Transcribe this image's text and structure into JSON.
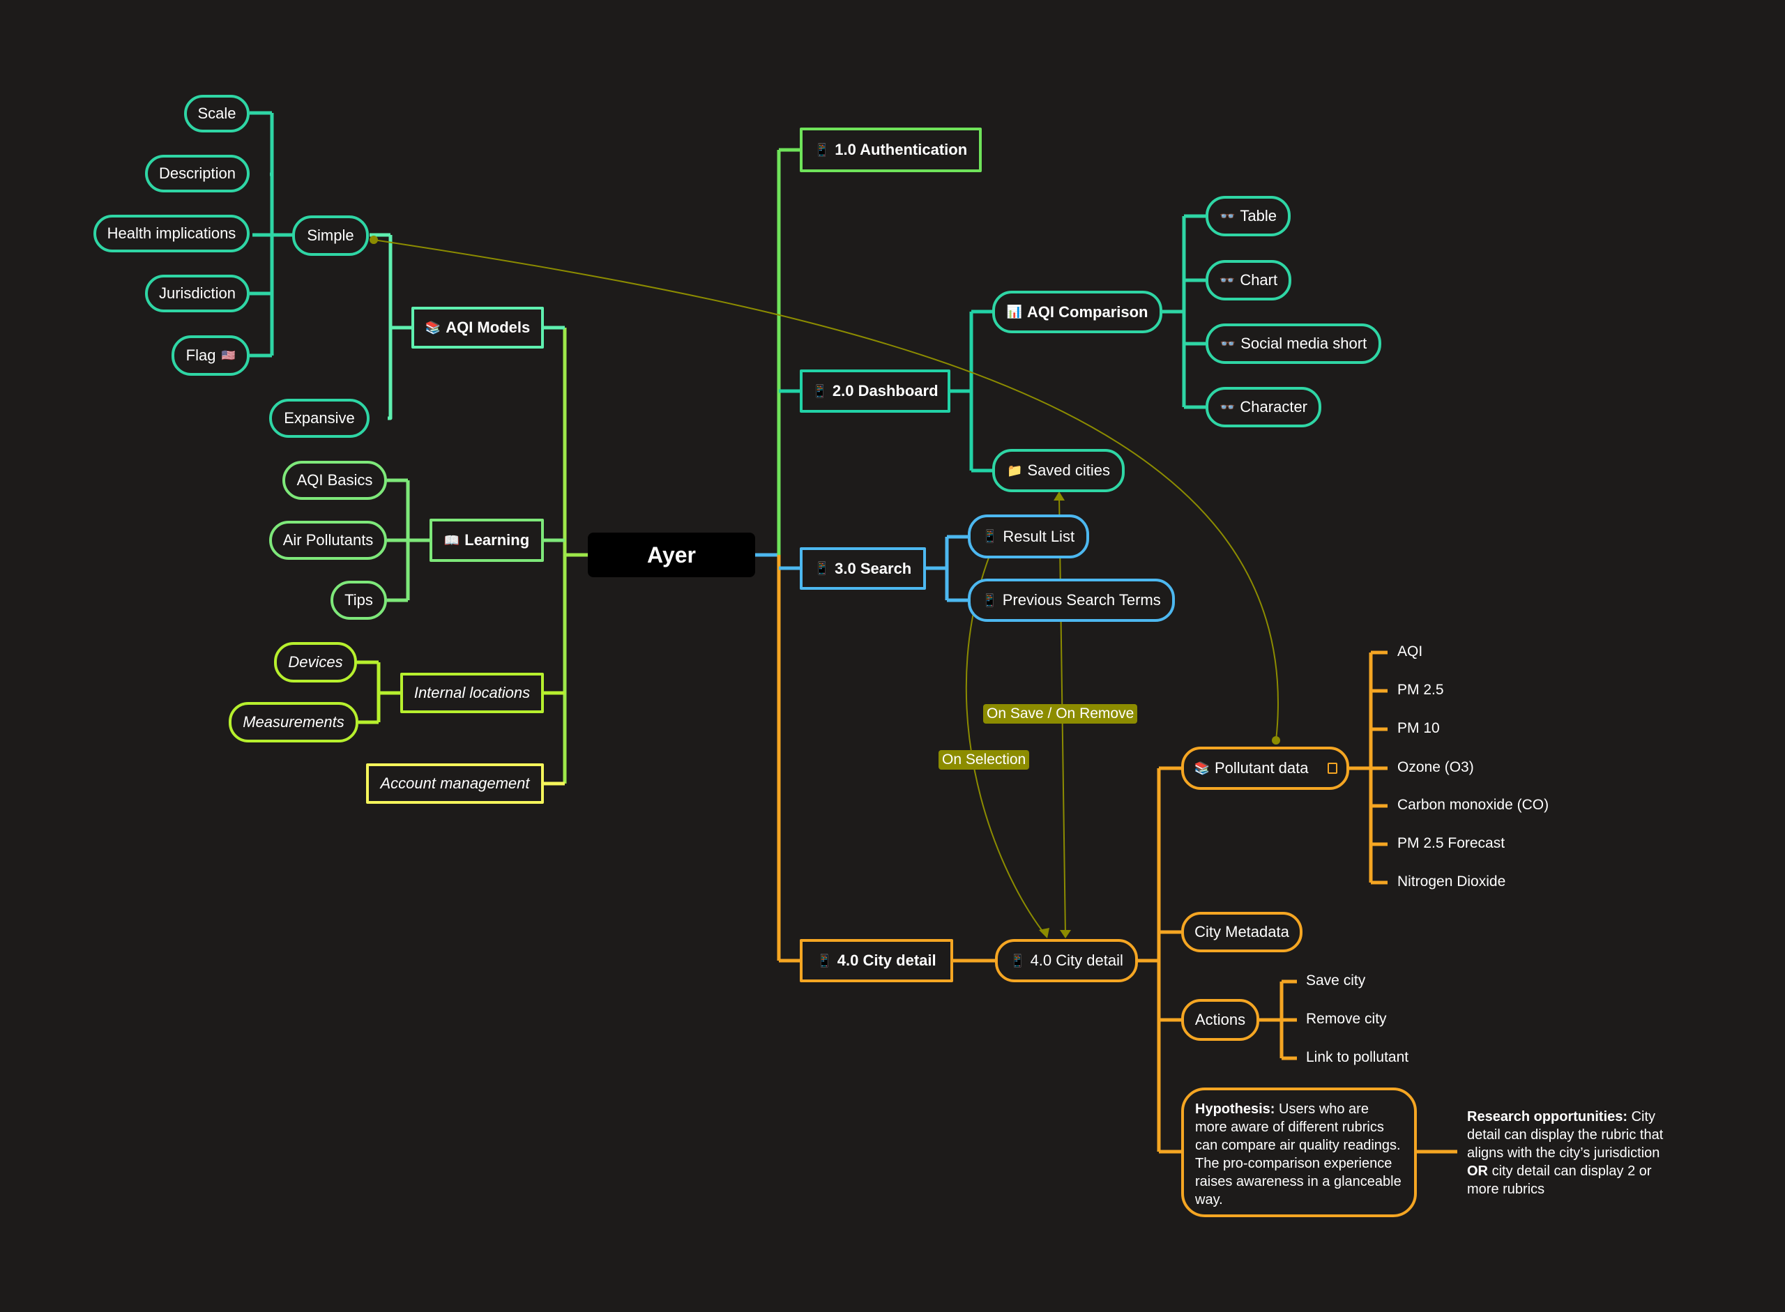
{
  "root": {
    "title": "Ayer"
  },
  "left": {
    "simple_items": [
      "Scale",
      "Description",
      "Health implications",
      "Jurisdiction",
      "Flag"
    ],
    "flag_emoji": "🇺🇸",
    "simple": "Simple",
    "expansive": "Expansive",
    "aqi_models": "AQI Models",
    "learning": "Learning",
    "learning_items": [
      "AQI Basics",
      "Air Pollutants",
      "Tips"
    ],
    "internal_locations": "Internal locations",
    "internal_items": [
      "Devices",
      "Measurements"
    ],
    "account_management": "Account management"
  },
  "right": {
    "authentication": "1.0 Authentication",
    "dashboard": "2.0 Dashboard",
    "aqi_comparison": "AQI Comparison",
    "comparison_items": [
      "Table",
      "Chart",
      "Social media short",
      "Character"
    ],
    "saved_cities": "Saved cities",
    "search": "3.0 Search",
    "result_list": "Result List",
    "previous_search_terms": "Previous Search Terms",
    "city_detail_branch": "4.0 City detail",
    "city_detail": "4.0 City detail",
    "pollutant_data": "Pollutant data",
    "pollutant_items": [
      "AQI",
      "PM 2.5",
      "PM 10",
      "Ozone (O3)",
      "Carbon monoxide (CO)",
      "PM 2.5 Forecast",
      "Nitrogen Dioxide"
    ],
    "city_metadata": "City Metadata",
    "actions": "Actions",
    "action_items": [
      "Save city",
      "Remove city",
      "Link to pollutant"
    ],
    "hypothesis_label": "Hypothesis:",
    "hypothesis_text": "Users who are more aware of different rubrics can compare air quality readings. The pro-comparison experience raises awareness in a glanceable way.",
    "research_label": "Research opportunities:",
    "research_text_1": "City detail can display the rubric that aligns with the city’s jurisdiction",
    "research_or": "OR",
    "research_text_2": "city detail can display 2 or more rubrics"
  },
  "relations": {
    "on_save_remove": "On Save / On Remove",
    "on_selection": "On Selection"
  },
  "colors": {
    "background": "#1d1b1a",
    "teal": "#2fd6a5",
    "mint": "#5ff0b0",
    "lime": "#b7f02e",
    "yellow": "#f5f55b",
    "blue": "#4db8f0",
    "orange": "#f5a623",
    "relation": "#8c8c00"
  },
  "icons": {
    "phone": "phone-icon",
    "books": "books-icon",
    "open_book": "open-book-icon",
    "chart": "bar-chart-icon",
    "glasses": "glasses-icon",
    "folder": "folder-icon"
  }
}
